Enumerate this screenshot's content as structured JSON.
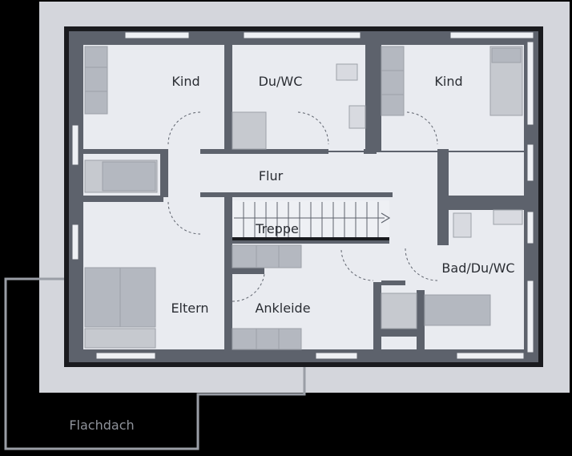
{
  "rooms": {
    "kind_left": "Kind",
    "du_wc": "Du/WC",
    "kind_right": "Kind",
    "flur": "Flur",
    "treppe": "Treppe",
    "bad": "Bad/Du/WC",
    "eltern": "Eltern",
    "ankleide": "Ankleide"
  },
  "outside": {
    "flachdach": "Flachdach"
  },
  "colors": {
    "background": "#000000",
    "terrace": "#d4d6dc",
    "wall": "#5d626c",
    "floor": "#e9ebf0",
    "furniture": "#b4b8c0",
    "label": "#2a2d33"
  }
}
